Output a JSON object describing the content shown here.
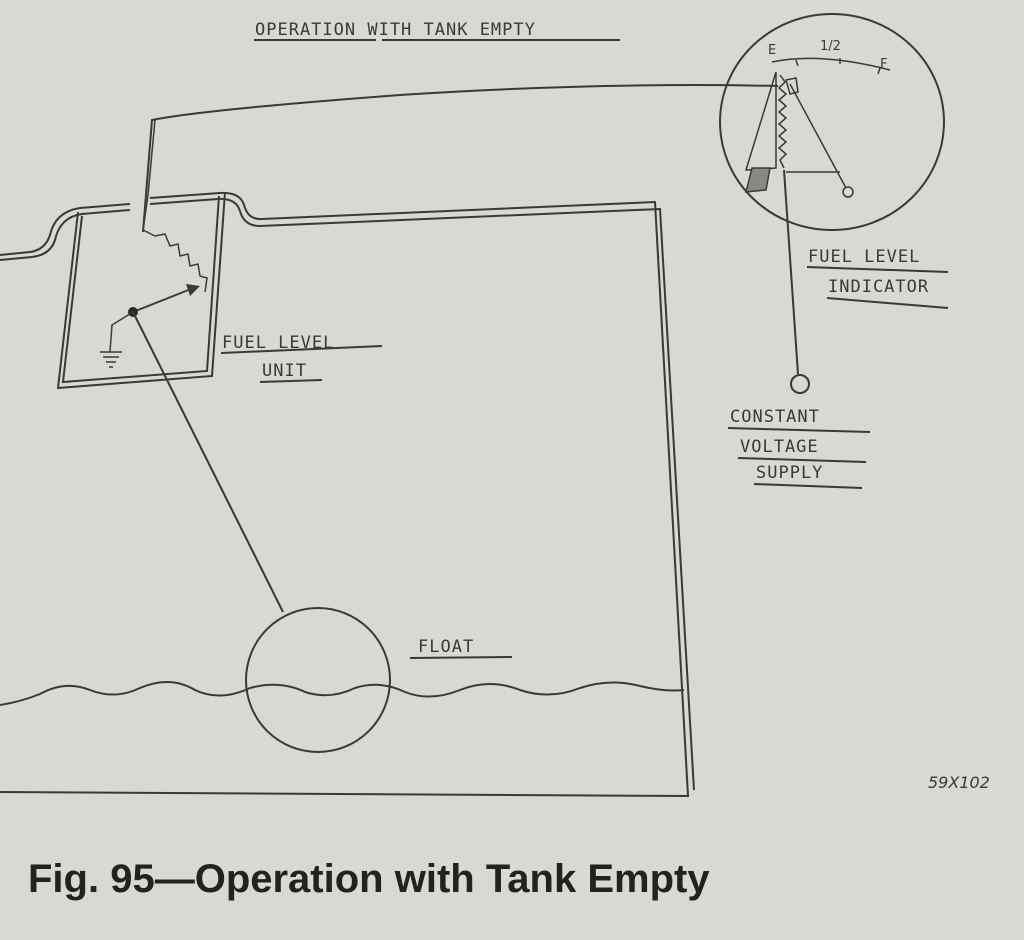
{
  "diagram": {
    "title": "OPERATION WITH TANK EMPTY",
    "fuel_level_unit": {
      "line1": "FUEL LEVEL",
      "line2": "UNIT"
    },
    "fuel_level_indicator": {
      "line1": "FUEL LEVEL",
      "line2": "INDICATOR"
    },
    "constant_voltage_supply": {
      "line1": "CONSTANT",
      "line2": "VOLTAGE",
      "line3": "SUPPLY"
    },
    "float_label": "FLOAT",
    "gauge_marks": {
      "empty": "E",
      "half": "1/2",
      "full": "F"
    },
    "reference": "59X102"
  },
  "caption": "Fig. 95—Operation with Tank Empty"
}
